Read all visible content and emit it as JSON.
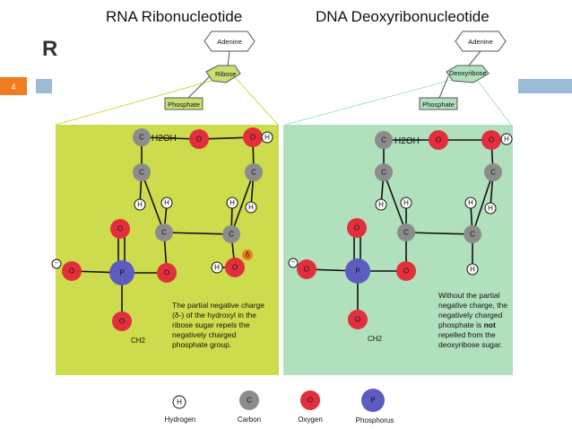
{
  "slide": {
    "number": "4",
    "partial_heading": "R",
    "colors": {
      "accent_bar": "#9bbad8",
      "number_box": "#f07c20",
      "rna_panel": "#cddc4c",
      "dna_panel": "#b1e0bc"
    }
  },
  "titles": {
    "rna": "RNA Ribonucleotide",
    "dna": "DNA Deoxyribonucleotide"
  },
  "rna_icon": {
    "base": "Adenine",
    "sugar": "Ribose",
    "phosphate": "Phosphate"
  },
  "dna_icon": {
    "base": "Adenine",
    "sugar": "Deoxyribose",
    "phosphate": "Phosphate"
  },
  "atoms": {
    "carbon": "C",
    "oxygen": "O",
    "hydrogen": "H",
    "phosphorus": "P",
    "h2oh": "H2OH",
    "ch2": "CH2",
    "delta": "δ"
  },
  "notes": {
    "rna": [
      "The partial negative charge",
      "(δ-) of the hydroxyl in the",
      "ribose sugar repels the",
      "negatively charged",
      "phosphate group."
    ],
    "dna": [
      "Without the partial",
      "negative charge, the",
      "negatively charged",
      "phosphate is ",
      "not",
      "repelled from the",
      "deoxyribose sugar."
    ]
  },
  "legend": {
    "items": [
      {
        "symbol": "H",
        "label": "Hydrogen",
        "color": "#ffffff"
      },
      {
        "symbol": "C",
        "label": "Carbon",
        "color": "#8c8c8c"
      },
      {
        "symbol": "O",
        "label": "Oxygen",
        "color": "#e1303c"
      },
      {
        "symbol": "P",
        "label": "Phosphorus",
        "color": "#5c5cc0"
      }
    ]
  }
}
